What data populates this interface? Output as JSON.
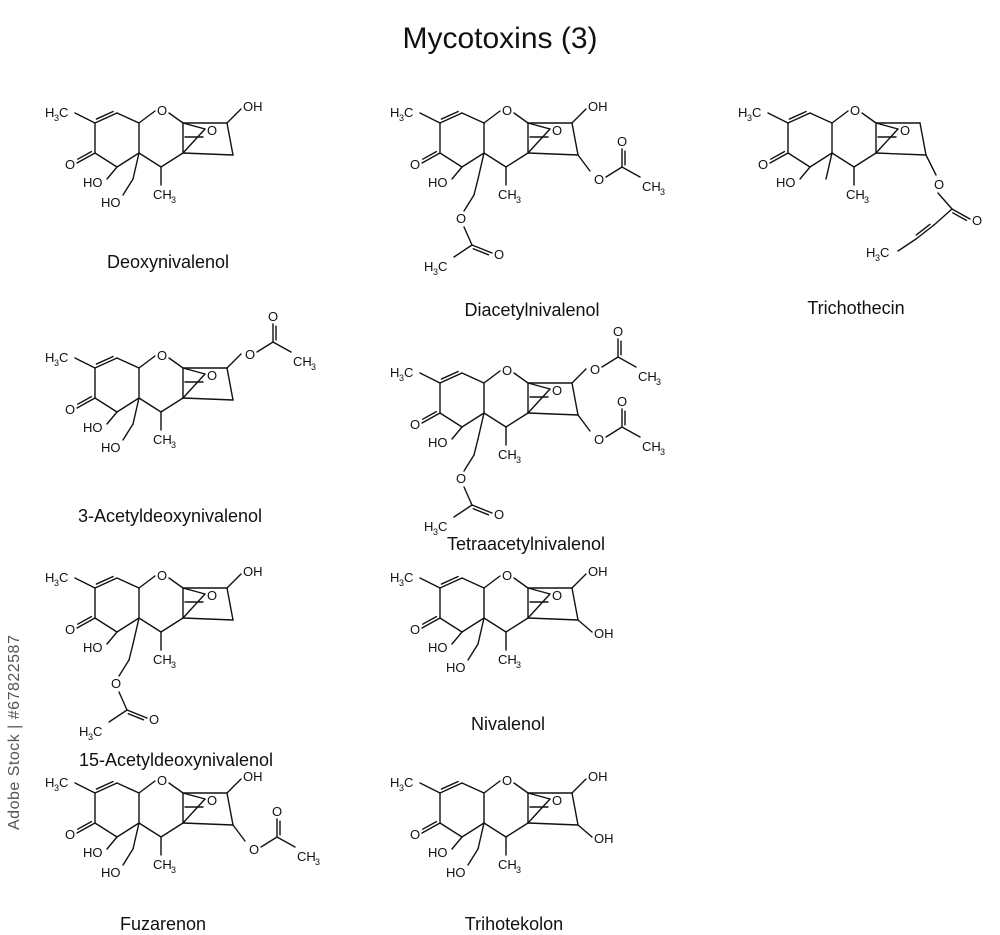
{
  "title": "Mycotoxins (3)",
  "stock_credit": "Adobe Stock | #67822587",
  "labels": {
    "h3c": "H",
    "c3": "C",
    "ch3_c": "CH",
    "sub3": "3",
    "oh": "OH",
    "ho": "HO",
    "o": "O"
  },
  "compounds": [
    {
      "name": "Deoxynivalenol",
      "r3": "OH",
      "r4": "H",
      "r15": "OH",
      "r8": "oxo"
    },
    {
      "name": "Diacetylnivalenol",
      "r3": "OH",
      "r4": "OAc",
      "r15": "OAc",
      "r8": "oxo"
    },
    {
      "name": "Trichothecin",
      "r3": "H",
      "r4": "crotonate",
      "r15": "H",
      "r8": "oxo"
    },
    {
      "name": "3-Acetyldeoxynivalenol",
      "r3": "OAc",
      "r4": "H",
      "r15": "OH",
      "r8": "oxo"
    },
    {
      "name": "Tetraacetylnivalenol",
      "r3": "OAc",
      "r4": "OAc",
      "r15": "OAc",
      "r8": "oxo"
    },
    {
      "name": "15-Acetyldeoxynivalenol",
      "r3": "OH",
      "r4": "H",
      "r15": "OAc",
      "r8": "oxo"
    },
    {
      "name": "Nivalenol",
      "r3": "OH",
      "r4": "OH",
      "r15": "OH",
      "r8": "oxo"
    },
    {
      "name": "Fuzarenon",
      "r3": "OH",
      "r4": "OAc",
      "r15": "OH",
      "r8": "oxo"
    },
    {
      "name": "Trihotekolon",
      "r3": "OH",
      "r4": "OH",
      "r15": "OH",
      "r8": "oxo"
    }
  ]
}
